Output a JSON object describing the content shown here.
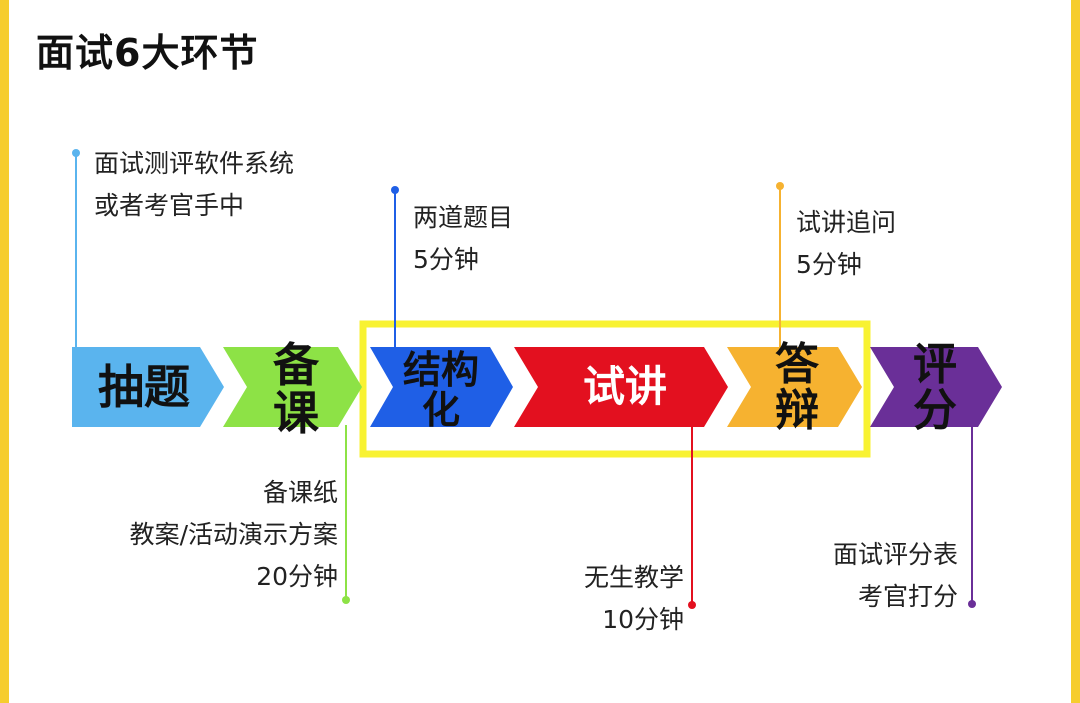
{
  "title": "面试6大环节",
  "colors": {
    "frame": "#f6cd2e",
    "highlight": "#f8f232",
    "choupi": "#5ab4ee",
    "beike": "#8de246",
    "jiegouhua": "#1f5fe6",
    "shijiang": "#e3101f",
    "dabian": "#f6b230",
    "pingfen": "#6a2f98"
  },
  "stages": [
    {
      "id": "choupi",
      "lines": [
        "抽题"
      ],
      "text_color": "#111111"
    },
    {
      "id": "beike",
      "lines": [
        "备",
        "课"
      ],
      "text_color": "#111111"
    },
    {
      "id": "jiegouhua",
      "lines": [
        "结构",
        "化"
      ],
      "text_color": "#111111"
    },
    {
      "id": "shijiang",
      "lines": [
        "试讲"
      ],
      "text_color": "#ffffff"
    },
    {
      "id": "dabian",
      "lines": [
        "答",
        "辩"
      ],
      "text_color": "#111111"
    },
    {
      "id": "pingfen",
      "lines": [
        "评",
        "分"
      ],
      "text_color": "#111111"
    }
  ],
  "notes": {
    "choupi": [
      "面试测评软件系统",
      "或者考官手中"
    ],
    "beike": [
      "备课纸",
      "教案/活动演示方案",
      "20分钟"
    ],
    "jiegouhua": [
      "两道题目",
      "5分钟"
    ],
    "shijiang": [
      "无生教学",
      "10分钟"
    ],
    "dabian": [
      "试讲追问",
      "5分钟"
    ],
    "pingfen": [
      "面试评分表",
      "考官打分"
    ]
  }
}
